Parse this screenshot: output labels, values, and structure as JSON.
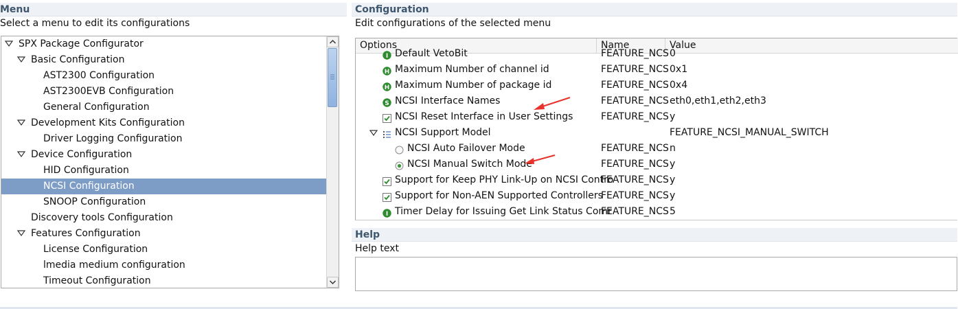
{
  "menu": {
    "title": "Menu",
    "subtitle": "Select a menu to edit its configurations",
    "tree": [
      {
        "label": "SPX Package Configurator",
        "level": 0,
        "expanded": true
      },
      {
        "label": "Basic Configuration",
        "level": 1,
        "expanded": true
      },
      {
        "label": "AST2300 Configuration",
        "level": 2
      },
      {
        "label": "AST2300EVB  Configuration",
        "level": 2
      },
      {
        "label": "General Configuration",
        "level": 2
      },
      {
        "label": "Development Kits Configuration",
        "level": 1,
        "expanded": true
      },
      {
        "label": "Driver Logging Configuration",
        "level": 2
      },
      {
        "label": "Device Configuration",
        "level": 1,
        "expanded": true
      },
      {
        "label": "HID Configuration",
        "level": 2
      },
      {
        "label": "NCSI Configuration",
        "level": 2,
        "selected": true
      },
      {
        "label": "SNOOP Configuration",
        "level": 2
      },
      {
        "label": "Discovery tools Configuration",
        "level": 1
      },
      {
        "label": "Features Configuration",
        "level": 1,
        "expanded": true
      },
      {
        "label": "License Configuration",
        "level": 2
      },
      {
        "label": "lmedia medium configuration",
        "level": 2
      },
      {
        "label": "Timeout Configuration",
        "level": 2
      }
    ]
  },
  "configuration": {
    "title": "Configuration",
    "subtitle": "Edit configurations of the selected menu",
    "columns": [
      "Options",
      "Name",
      "Value"
    ],
    "rows": [
      {
        "icon": "int",
        "option": "Default VetoBit",
        "name": "FEATURE_NCS",
        "value": "0",
        "indent": 1
      },
      {
        "icon": "hex",
        "option": "Maximum Number of channel id",
        "name": "FEATURE_NCS",
        "value": "0x1",
        "indent": 1
      },
      {
        "icon": "hex",
        "option": "Maximum Number of package id",
        "name": "FEATURE_NCS",
        "value": "0x4",
        "indent": 1
      },
      {
        "icon": "string",
        "option": "NCSI Interface Names",
        "name": "FEATURE_NCS",
        "value": "eth0,eth1,eth2,eth3",
        "indent": 1
      },
      {
        "icon": "checkbox",
        "option": "NCSI Reset Interface in User Settings",
        "name": "FEATURE_NCS",
        "value": "y",
        "indent": 1
      },
      {
        "icon": "choice",
        "option": "NCSI Support Model",
        "name": "",
        "value": "FEATURE_NCSI_MANUAL_SWITCH",
        "indent": 1,
        "expanded": true
      },
      {
        "icon": "radio-off",
        "option": "NCSI Auto Failover Mode",
        "name": "FEATURE_NCS",
        "value": "n",
        "indent": 2
      },
      {
        "icon": "radio-on",
        "option": "NCSI Manual Switch Mode",
        "name": "FEATURE_NCS",
        "value": "y",
        "indent": 2
      },
      {
        "icon": "checkbox",
        "option": "Support for Keep PHY Link-Up on NCSI Contro",
        "name": "FEATURE_NCS",
        "value": "y",
        "indent": 1
      },
      {
        "icon": "checkbox",
        "option": "Support for Non-AEN Supported Controllers",
        "name": "FEATURE_NCS",
        "value": "y",
        "indent": 1
      },
      {
        "icon": "int",
        "option": "Timer Delay for Issuing Get Link Status Comr",
        "name": "FEATURE_NCS",
        "value": "5",
        "indent": 1
      }
    ]
  },
  "help": {
    "title": "Help",
    "subtitle": "Help text"
  },
  "colors": {
    "header_text": "#3e566e",
    "selection": "#7d9cc6",
    "icon_green": "#2e8b2e",
    "arrow_red": "#e8322b"
  }
}
